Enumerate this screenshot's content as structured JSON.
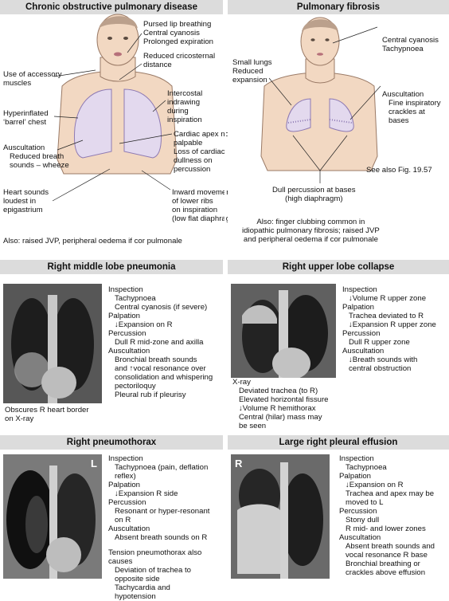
{
  "copd": {
    "title": "Chronic obstructive pulmonary disease",
    "labels": {
      "pursed": [
        "Pursed lip breathing",
        "Central cyanosis",
        "Prolonged expiration"
      ],
      "cricosternal": [
        "Reduced cricosternal",
        "distance"
      ],
      "accessory": [
        "Use of accessory",
        "muscles"
      ],
      "intercostal": [
        "Intercostal",
        "indrawing",
        "during",
        "inspiration"
      ],
      "barrel": [
        "Hyperinflated",
        "‘barrel’ chest"
      ],
      "apex": [
        "Cardiac apex not",
        "palpable",
        "Loss of cardiac",
        "dullness on",
        "percussion"
      ],
      "auscultation": [
        "Auscultation",
        "Reduced breath",
        "sounds – wheeze"
      ],
      "heart": [
        "Heart sounds",
        "loudest in",
        "epigastrium"
      ],
      "ribs": [
        "Inward movement",
        "of lower ribs",
        "on inspiration",
        "(low flat diaphragm)"
      ]
    },
    "footer": "Also: raised JVP, peripheral oedema if cor pulmonale"
  },
  "fibrosis": {
    "title": "Pulmonary fibrosis",
    "labels": {
      "cyanosis": [
        "Central cyanosis",
        "Tachypnoea"
      ],
      "small": [
        "Small lungs",
        "Reduced",
        "expansion"
      ],
      "auscultation": [
        "Auscultation",
        "Fine inspiratory",
        "crackles at",
        "bases"
      ],
      "see": "See also Fig. 19.57",
      "dull": [
        "Dull percussion at bases",
        "(high diaphragm)"
      ]
    },
    "footer": [
      "Also: finger clubbing common in",
      "idiopathic pulmonary fibrosis; raised JVP",
      "and peripheral oedema if cor pulmonale"
    ]
  },
  "rml": {
    "title": "Right middle lobe pneumonia",
    "caption": [
      "Obscures R heart border",
      "on X-ray"
    ],
    "lines": [
      {
        "text": "Inspection",
        "indent": false
      },
      {
        "text": "Tachypnoea",
        "indent": true
      },
      {
        "text": "Central cyanosis (if severe)",
        "indent": true
      },
      {
        "text": "Palpation",
        "indent": false
      },
      {
        "text": "↓Expansion on R",
        "indent": true
      },
      {
        "text": "Percussion",
        "indent": false
      },
      {
        "text": "Dull R mid-zone and axilla",
        "indent": true
      },
      {
        "text": "Auscultation",
        "indent": false
      },
      {
        "text": "Bronchial breath sounds",
        "indent": true
      },
      {
        "text": "and ↑vocal resonance over",
        "indent": true
      },
      {
        "text": "consolidation and whispering",
        "indent": true
      },
      {
        "text": "pectoriloquy",
        "indent": true
      },
      {
        "text": "Pleural rub if pleurisy",
        "indent": true
      }
    ]
  },
  "rul": {
    "title": "Right upper lobe collapse",
    "lines": [
      {
        "text": "Inspection",
        "indent": false
      },
      {
        "text": "↓Volume R upper zone",
        "indent": true
      },
      {
        "text": "Palpation",
        "indent": false
      },
      {
        "text": "Trachea deviated to R",
        "indent": true
      },
      {
        "text": "↓Expansion R upper zone",
        "indent": true
      },
      {
        "text": "Percussion",
        "indent": false
      },
      {
        "text": "Dull R upper zone",
        "indent": true
      },
      {
        "text": "Auscultation",
        "indent": false
      },
      {
        "text": "↓Breath sounds with",
        "indent": true
      },
      {
        "text": "central obstruction",
        "indent": true
      }
    ],
    "xray_lines": [
      {
        "text": "X-ray",
        "indent": false
      },
      {
        "text": "Deviated trachea (to R)",
        "indent": true
      },
      {
        "text": "Elevated horizontal fissure",
        "indent": true
      },
      {
        "text": "↓Volume R hemithorax",
        "indent": true
      },
      {
        "text": "Central (hilar) mass may",
        "indent": true
      },
      {
        "text": "be seen",
        "indent": true
      }
    ]
  },
  "ptx": {
    "title": "Right pneumothorax",
    "marker": "L",
    "lines": [
      {
        "text": "Inspection",
        "indent": false
      },
      {
        "text": "Tachypnoea (pain, deflation",
        "indent": true
      },
      {
        "text": "reflex)",
        "indent": true
      },
      {
        "text": "Palpation",
        "indent": false
      },
      {
        "text": "↓Expansion R side",
        "indent": true
      },
      {
        "text": "Percussion",
        "indent": false
      },
      {
        "text": "Resonant or hyper-resonant",
        "indent": true
      },
      {
        "text": "on R",
        "indent": true
      },
      {
        "text": "Auscultation",
        "indent": false
      },
      {
        "text": "Absent breath sounds on R",
        "indent": true
      },
      {
        "text": "",
        "indent": false
      },
      {
        "text": "Tension pneumothorax also",
        "indent": false
      },
      {
        "text": "causes",
        "indent": false
      },
      {
        "text": "Deviation of trachea to",
        "indent": true
      },
      {
        "text": "opposite side",
        "indent": true
      },
      {
        "text": "Tachycardia and",
        "indent": true
      },
      {
        "text": "hypotension",
        "indent": true
      }
    ]
  },
  "eff": {
    "title": "Large right pleural effusion",
    "marker": "R",
    "lines": [
      {
        "text": "Inspection",
        "indent": false
      },
      {
        "text": "Tachypnoea",
        "indent": true
      },
      {
        "text": "Palpation",
        "indent": false
      },
      {
        "text": "↓Expansion on R",
        "indent": true
      },
      {
        "text": "Trachea and apex may be",
        "indent": true
      },
      {
        "text": "moved to L",
        "indent": true
      },
      {
        "text": "Percussion",
        "indent": false
      },
      {
        "text": "Stony dull",
        "indent": true
      },
      {
        "text": "R mid- and lower zones",
        "indent": true
      },
      {
        "text": "Auscultation",
        "indent": false
      },
      {
        "text": "Absent breath sounds and",
        "indent": true
      },
      {
        "text": "vocal resonance R base",
        "indent": true
      },
      {
        "text": "Bronchial breathing or",
        "indent": true
      },
      {
        "text": "crackles above effusion",
        "indent": true
      }
    ]
  },
  "colors": {
    "header": "#dcdcdc",
    "skin": "#f2d8c2",
    "lung": "#e3d9ee",
    "lung_edge": "#8e7ab3"
  }
}
